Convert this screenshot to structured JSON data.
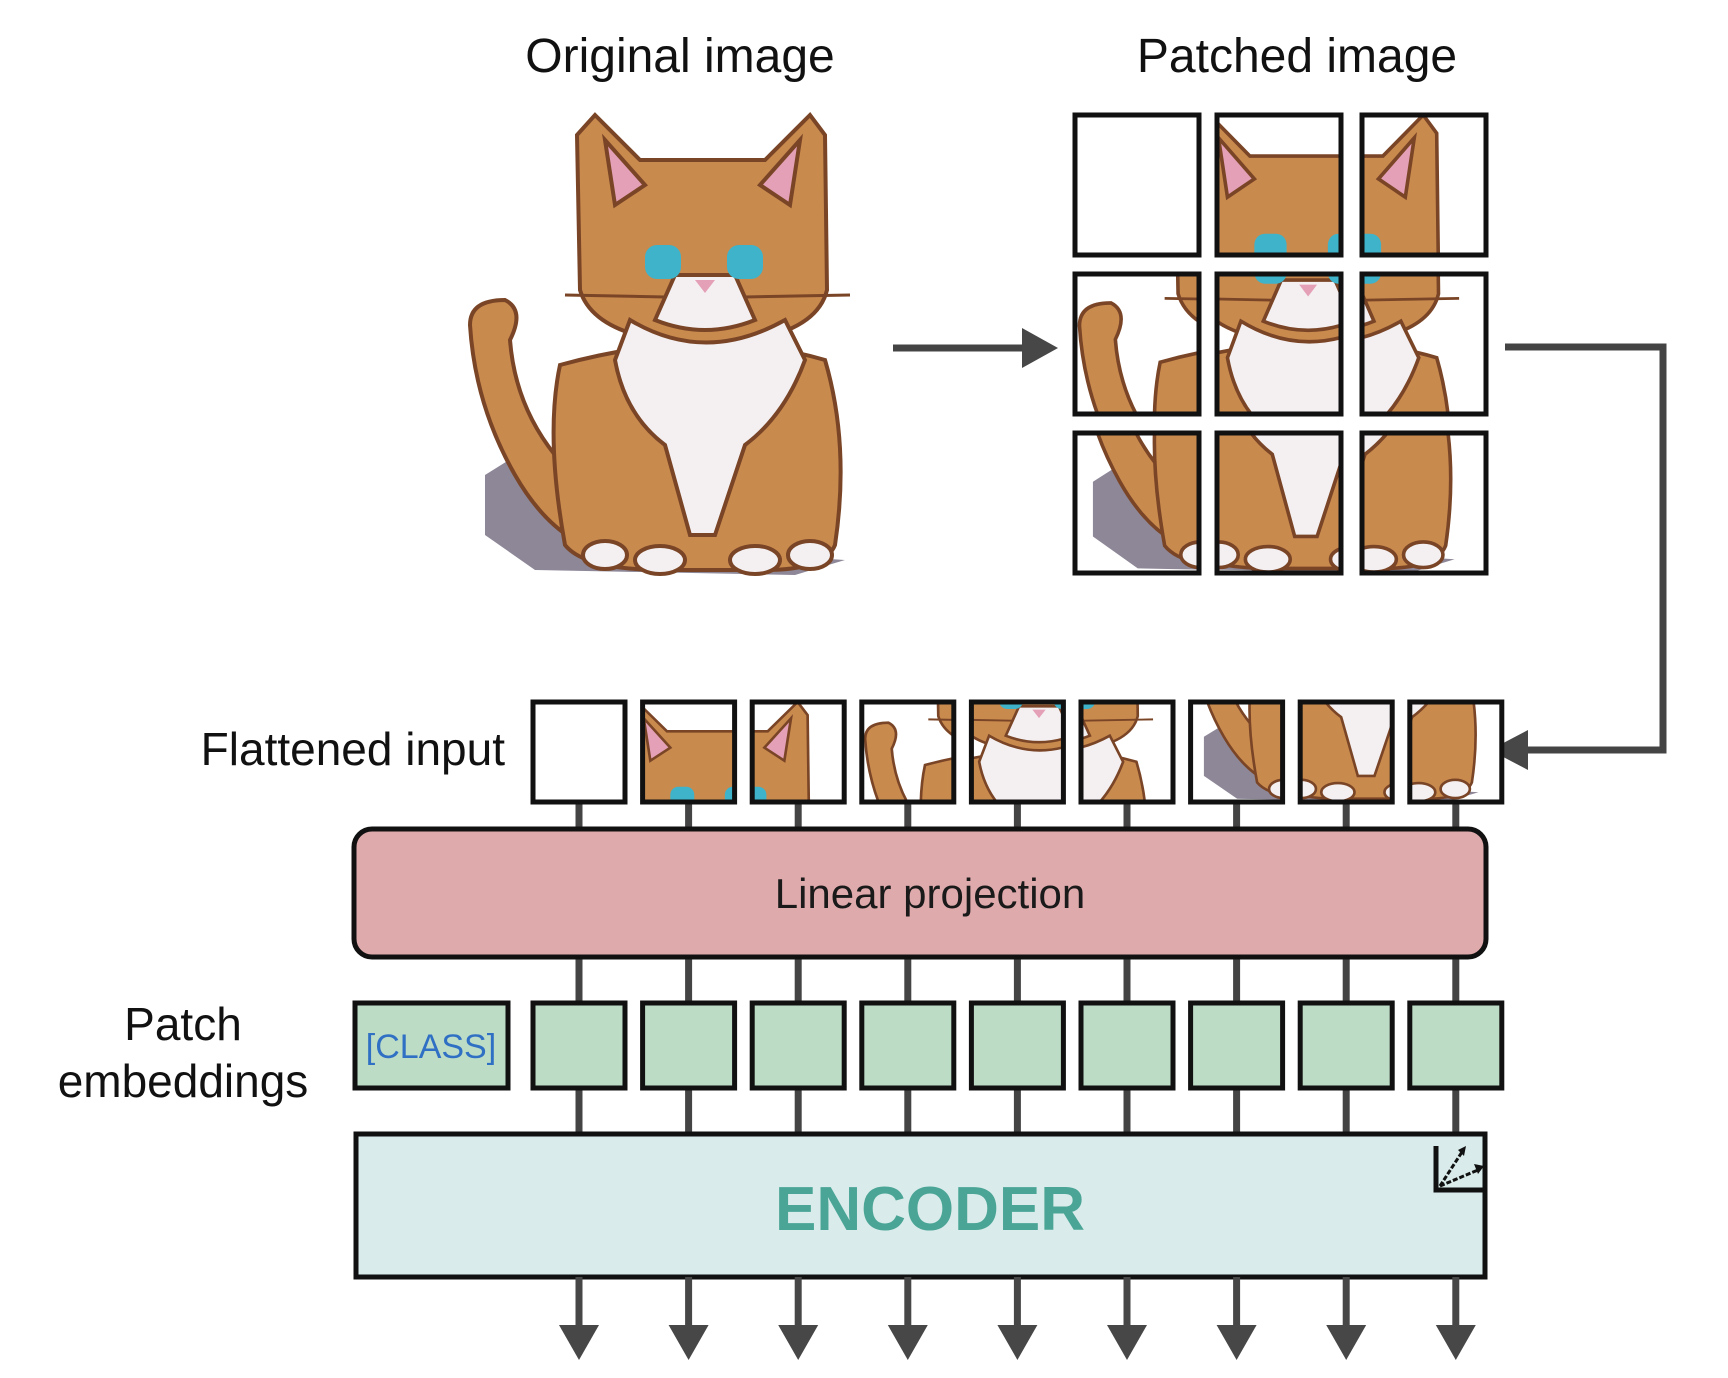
{
  "titles": {
    "original": "Original image",
    "patched": "Patched image"
  },
  "labels": {
    "flattened": "Flattened input",
    "patch_embeddings_line1": "Patch",
    "patch_embeddings_line2": "embeddings"
  },
  "blocks": {
    "linear_projection": "Linear projection",
    "class_token": "[CLASS]",
    "encoder": "ENCODER"
  },
  "grid": {
    "rows": 3,
    "cols": 3
  },
  "patch_count": 9,
  "output_count": 9,
  "icons": {
    "encoder_corner": "vector-axes-icon",
    "flow_arrow": "arrow-right-icon",
    "output_arrow": "arrow-down-icon"
  },
  "colors": {
    "projection_fill": "#dfaaac",
    "embedding_fill": "#bcdcc6",
    "encoder_fill": "#d9ebea",
    "encoder_text": "#4aa596",
    "class_text": "#2f6fc4",
    "connector": "#474747",
    "cat_fur": "#c98a4e",
    "cat_dark": "#7a4526",
    "cat_white": "#f4f0f2",
    "cat_ear": "#e4a0b6",
    "cat_eye": "#3fb3c9",
    "cat_shadow": "#8e8797"
  }
}
